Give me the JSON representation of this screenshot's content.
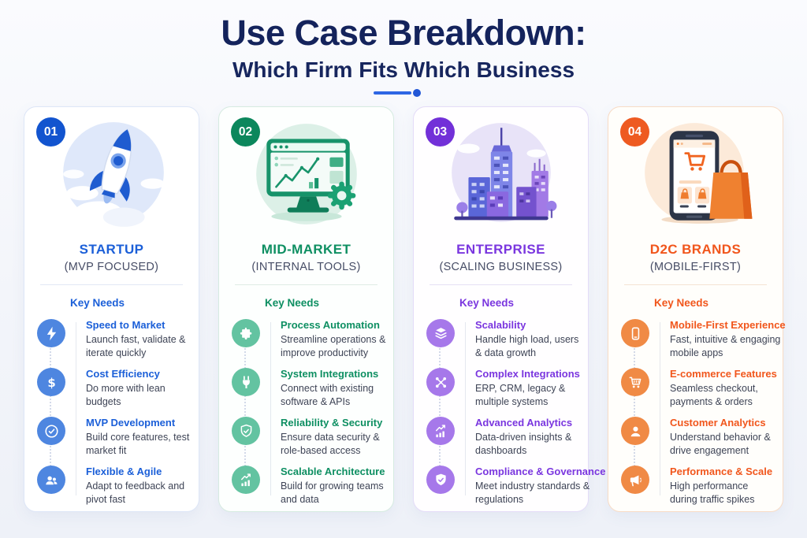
{
  "header": {
    "title": "Use Case Breakdown:",
    "subtitle": "Which Firm Fits Which Business",
    "accent_color": "#2e66e4"
  },
  "columns": [
    {
      "number": "01",
      "name": "STARTUP",
      "subname": "(MVP FOCUSED)",
      "section_label": "Key Needs",
      "accent_color": "#1b5fd8",
      "badge_color": "#1254cf",
      "icon_color": "#4e86e0",
      "illustration": "rocket-launch",
      "items": [
        {
          "icon": "lightning-icon",
          "title": "Speed to Market",
          "description": "Launch fast, validate & iterate quickly"
        },
        {
          "icon": "dollar-icon",
          "title": "Cost Efficiency",
          "description": "Do more with lean budgets"
        },
        {
          "icon": "check-circle-icon",
          "title": "MVP Development",
          "description": "Build core features, test market fit"
        },
        {
          "icon": "team-icon",
          "title": "Flexible & Agile",
          "description": "Adapt to feedback and pivot fast"
        }
      ]
    },
    {
      "number": "02",
      "name": "MID-MARKET",
      "subname": "(INTERNAL TOOLS)",
      "section_label": "Key Needs",
      "accent_color": "#0e8f62",
      "badge_color": "#0c875c",
      "icon_color": "#63c3a1",
      "illustration": "dashboard-monitor-gear",
      "items": [
        {
          "icon": "puzzle-icon",
          "title": "Process Automation",
          "description": "Streamline operations & improve productivity"
        },
        {
          "icon": "plug-icon",
          "title": "System Integrations",
          "description": "Connect with existing software & APIs"
        },
        {
          "icon": "shield-check-icon",
          "title": "Reliability & Security",
          "description": "Ensure data security & role-based access"
        },
        {
          "icon": "growth-chart-icon",
          "title": "Scalable Architecture",
          "description": "Build for growing teams and data"
        }
      ]
    },
    {
      "number": "03",
      "name": "ENTERPRISE",
      "subname": "(SCALING BUSINESS)",
      "section_label": "Key Needs",
      "accent_color": "#7a36df",
      "badge_color": "#7230d8",
      "icon_color": "#a678ea",
      "illustration": "city-skyline",
      "items": [
        {
          "icon": "layers-icon",
          "title": "Scalability",
          "description": "Handle high load, users & data growth"
        },
        {
          "icon": "network-icon",
          "title": "Complex Integrations",
          "description": "ERP, CRM, legacy & multiple systems"
        },
        {
          "icon": "analytics-chart-icon",
          "title": "Advanced Analytics",
          "description": "Data-driven insights & dashboards"
        },
        {
          "icon": "shield-filled-check-icon",
          "title": "Compliance & Governance",
          "description": "Meet industry standards & regulations"
        }
      ]
    },
    {
      "number": "04",
      "name": "D2C BRANDS",
      "subname": "(MOBILE-FIRST)",
      "section_label": "Key Needs",
      "accent_color": "#f1561c",
      "badge_color": "#ee5a21",
      "icon_color": "#f08a45",
      "illustration": "mobile-shopping",
      "items": [
        {
          "icon": "smartphone-icon",
          "title": "Mobile-First Experience",
          "description": "Fast, intuitive & engaging mobile apps"
        },
        {
          "icon": "cart-icon",
          "title": "E-commerce Features",
          "description": "Seamless checkout, payments & orders"
        },
        {
          "icon": "person-icon",
          "title": "Customer Analytics",
          "description": "Understand behavior & drive engagement"
        },
        {
          "icon": "megaphone-icon",
          "title": "Performance & Scale",
          "description": "High performance during traffic spikes"
        }
      ]
    }
  ]
}
